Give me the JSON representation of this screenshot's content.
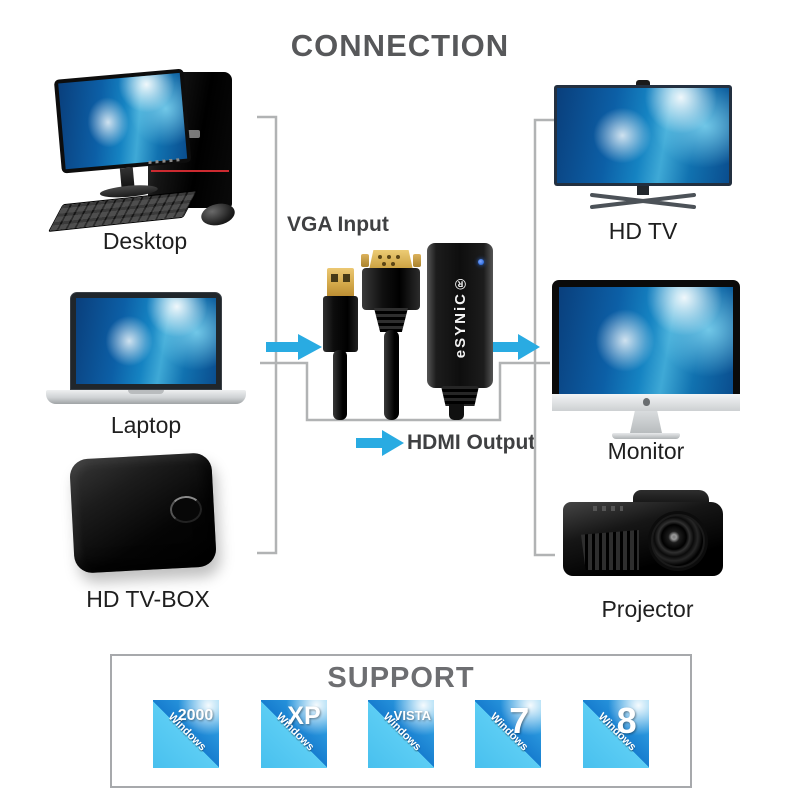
{
  "title": "CONNECTION",
  "colors": {
    "arrow_accent": "#29abe2",
    "connector_line": "#b1b3b4",
    "title_gray": "#57585a",
    "support_gray": "#6d6e71",
    "badge_light_blue": "#4fc4f0",
    "badge_dark_blue": "#1b86d3",
    "led_blue": "#2f6fe0",
    "tower_stripe_red": "#cc2a30"
  },
  "sources": [
    {
      "label": "Desktop"
    },
    {
      "label": "Laptop"
    },
    {
      "label": "HD TV-BOX"
    }
  ],
  "outputs": [
    {
      "label": "HD TV"
    },
    {
      "label": "Monitor"
    },
    {
      "label": "Projector"
    }
  ],
  "adapter": {
    "brand": "eSYNiC®",
    "input_label": "VGA Input",
    "output_label": "HDMI Output"
  },
  "support": {
    "title": "SUPPORT",
    "badges": [
      {
        "os": "Windows",
        "version": "2000"
      },
      {
        "os": "Windows",
        "version": "XP"
      },
      {
        "os": "Windows",
        "version": "VISTA"
      },
      {
        "os": "Windows",
        "version": "7"
      },
      {
        "os": "Windows",
        "version": "8"
      }
    ]
  }
}
